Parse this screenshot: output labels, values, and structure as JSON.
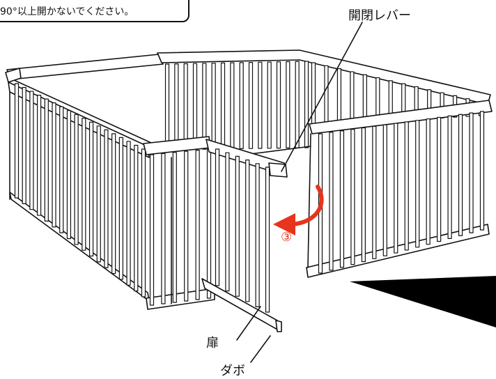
{
  "note": {
    "text": "90°以上開かないでください。"
  },
  "labels": {
    "lever": "開閉レバー",
    "door": "扉",
    "dowel": "ダボ",
    "step": "③"
  },
  "colors": {
    "line": "#111111",
    "arrow": "#e8341c",
    "wedge": "#000000"
  }
}
